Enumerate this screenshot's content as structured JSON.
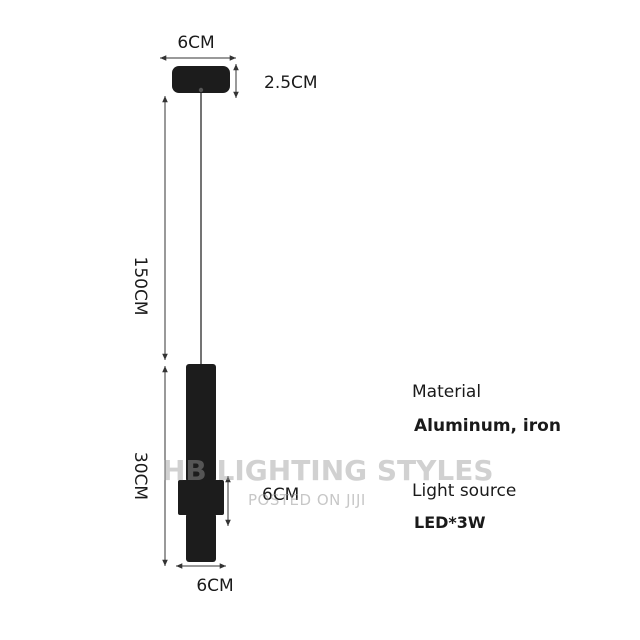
{
  "dimensions": {
    "canopy_width": "6CM",
    "canopy_height": "2.5CM",
    "cable_length": "150CM",
    "body_length": "30CM",
    "ring_height": "6CM",
    "bottom_width": "6CM"
  },
  "specs": {
    "material_label": "Material",
    "material_value": "Aluminum, iron",
    "light_source_label": "Light source",
    "light_source_value": "LED*3W"
  },
  "watermark": {
    "main": "HB LIGHTING STYLES",
    "sub": "POSTED ON JIJI"
  },
  "colors": {
    "lamp": "#1c1c1c",
    "dimension_lines": "#333333",
    "watermark": "#9a9a9a"
  }
}
